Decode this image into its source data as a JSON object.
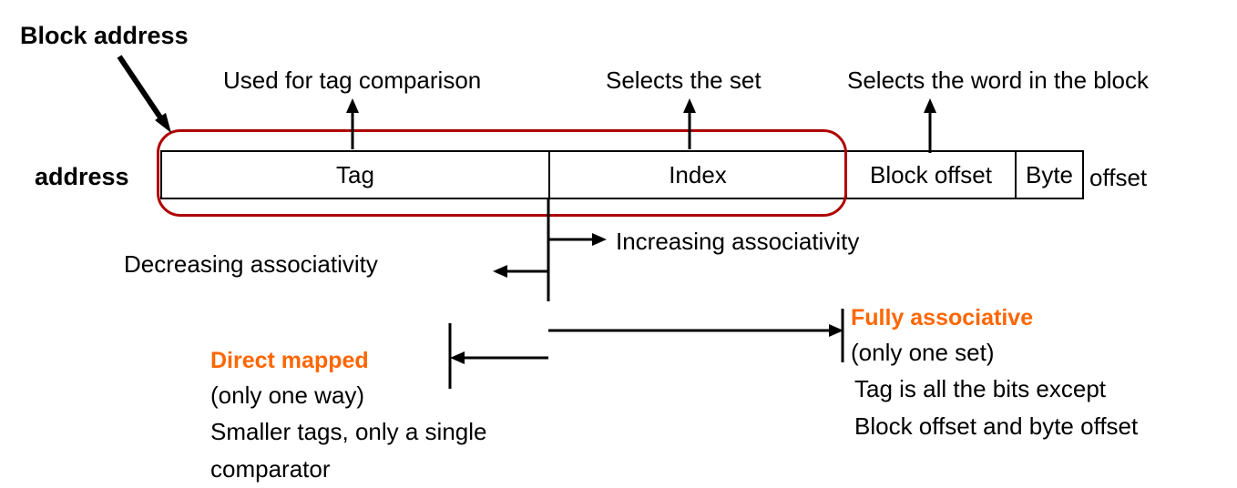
{
  "diagram": {
    "title_callout": "Block address",
    "row_label": "address",
    "top_annotations": [
      {
        "text": "Used for tag comparison",
        "points_to": "Tag"
      },
      {
        "text": "Selects the set",
        "points_to": "Index"
      },
      {
        "text": "Selects the word in the block",
        "points_to": "Block offset"
      }
    ],
    "address_fields": [
      {
        "name": "Tag",
        "label": "Tag"
      },
      {
        "name": "Index",
        "label": "Index"
      },
      {
        "name": "Block offset",
        "label": "Block offset"
      },
      {
        "name": "Byte",
        "label": "Byte"
      }
    ],
    "outside_box_label": "offset",
    "associativity": {
      "increasing": "Increasing associativity",
      "decreasing": "Decreasing associativity"
    },
    "direct_mapped": {
      "heading": "Direct mapped",
      "lines": [
        "(only one way)",
        "Smaller tags, only a single",
        "comparator"
      ]
    },
    "fully_associative": {
      "heading": "Fully associative",
      "line_1": "(only one set)",
      "lines": [
        "Tag is all the bits except",
        "Block offset and byte offset"
      ]
    },
    "colors": {
      "accent_orange": "#FF6600",
      "outline_red": "#B00000",
      "ink": "#000000",
      "background": "#FFFFFF"
    }
  }
}
